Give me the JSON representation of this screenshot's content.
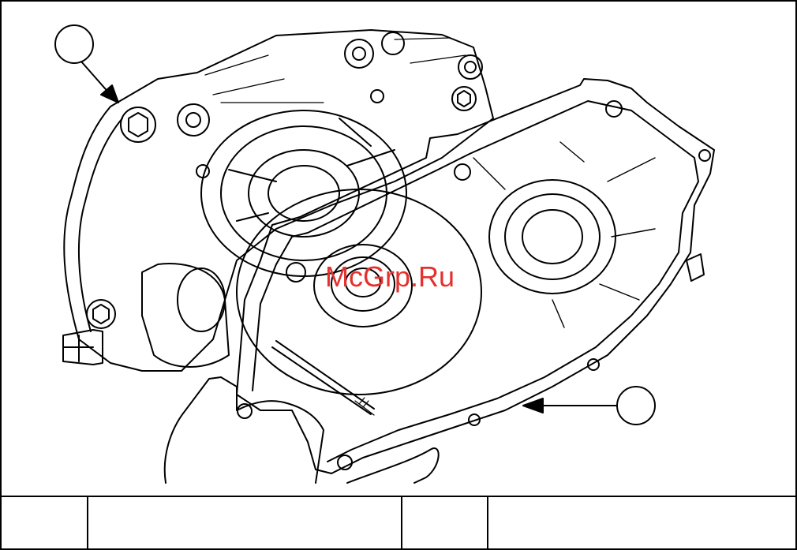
{
  "figure": {
    "callouts": [
      {
        "id": "callout-1",
        "label": ""
      },
      {
        "id": "callout-2",
        "label": ""
      }
    ],
    "watermark": "McGrp.Ru",
    "watermark_color": "#e5302e"
  },
  "caption_table": {
    "cells": [
      "",
      "",
      "",
      ""
    ]
  }
}
